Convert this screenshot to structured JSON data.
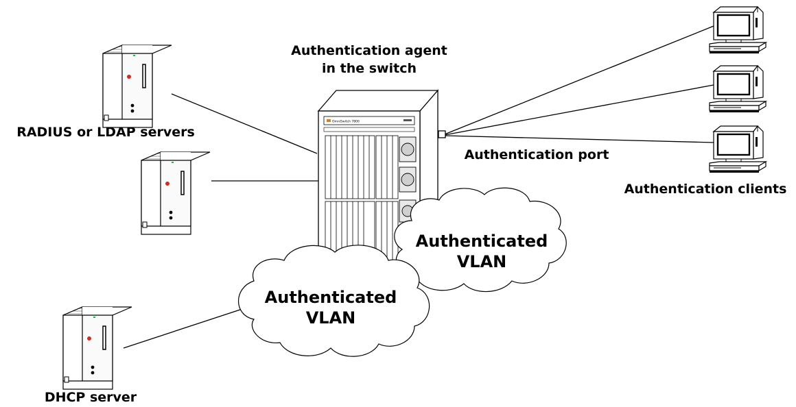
{
  "labels": {
    "agent_line1": "Authentication agent",
    "agent_line2": "in the switch",
    "radius_ldap": "RADIUS or LDAP servers",
    "auth_port": "Authentication port",
    "auth_clients": "Authentication clients",
    "dhcp": "DHCP server"
  },
  "clouds": [
    {
      "line1": "Authenticated",
      "line2": "VLAN"
    },
    {
      "line1": "Authenticated",
      "line2": "VLAN"
    }
  ],
  "switch_brand": "OmniSwitch 7800",
  "icons": {
    "server": "tower-server-icon",
    "client": "desktop-computer-icon",
    "switch": "chassis-switch-icon",
    "network": "cloud-icon"
  }
}
